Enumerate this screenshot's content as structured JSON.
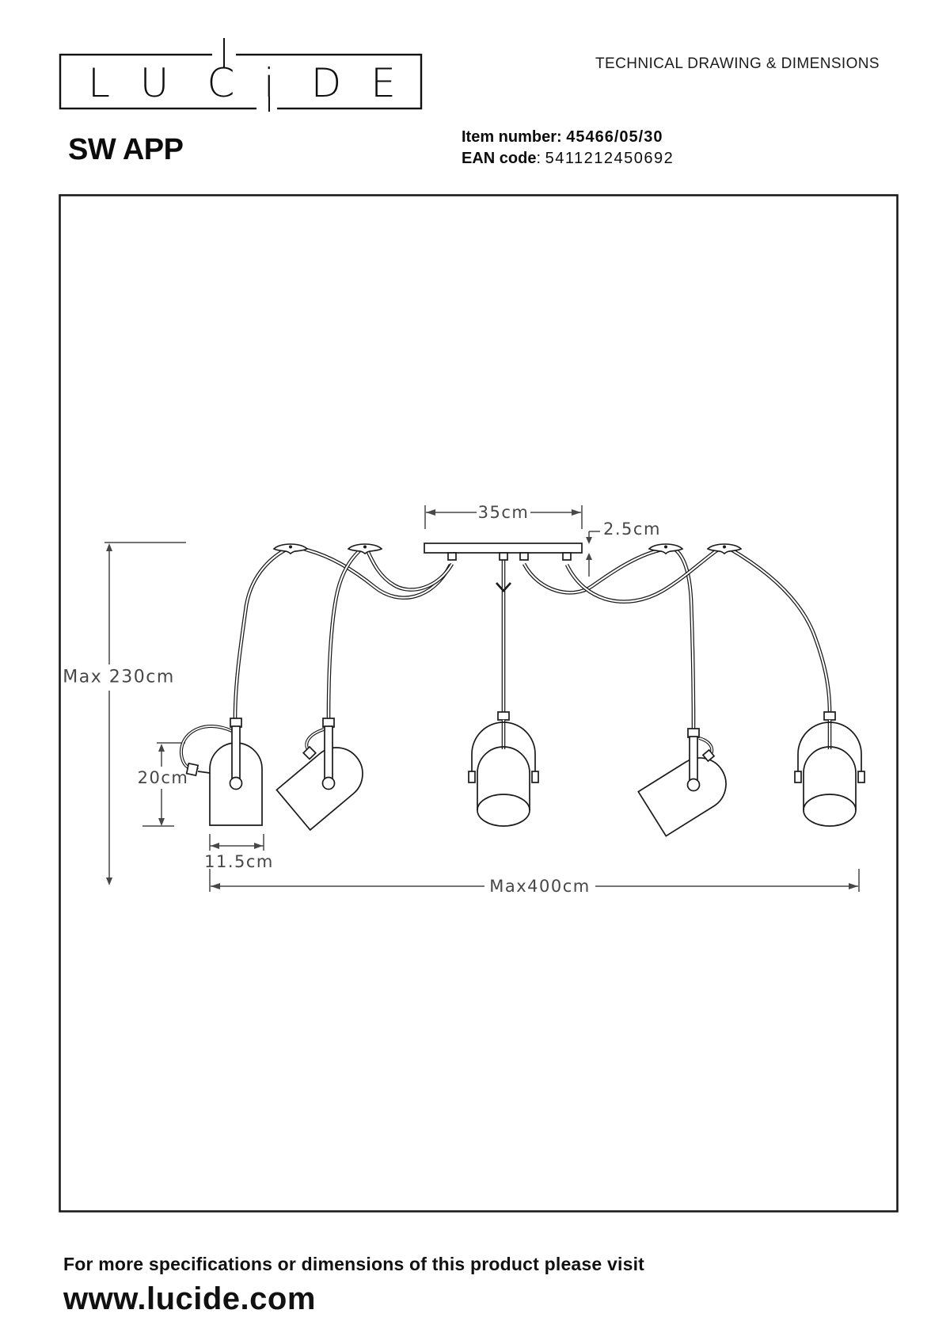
{
  "header": {
    "logo_letters": [
      "L",
      "U",
      "C",
      "i",
      "D",
      "E"
    ],
    "doc_type": "TECHNICAL DRAWING & DIMENSIONS",
    "product_name": "SW APP",
    "item_number_label": "Item number:",
    "item_number_value": "45466/05/30",
    "ean_label": "EAN code",
    "ean_separator": ": ",
    "ean_value": "5411212450692"
  },
  "drawing": {
    "dimensions": {
      "canopy_width": "35cm",
      "canopy_thickness": "2.5cm",
      "max_drop": "Max 230cm",
      "shade_height": "20cm",
      "shade_width": "11.5cm",
      "max_spread": "Max400cm"
    }
  },
  "footer": {
    "line1": "For more specifications or dimensions of this product please visit",
    "website": "www.lucide.com"
  },
  "colors": {
    "ink": "#1a1a1a",
    "dimension_gray": "#474747",
    "background": "#ffffff"
  }
}
